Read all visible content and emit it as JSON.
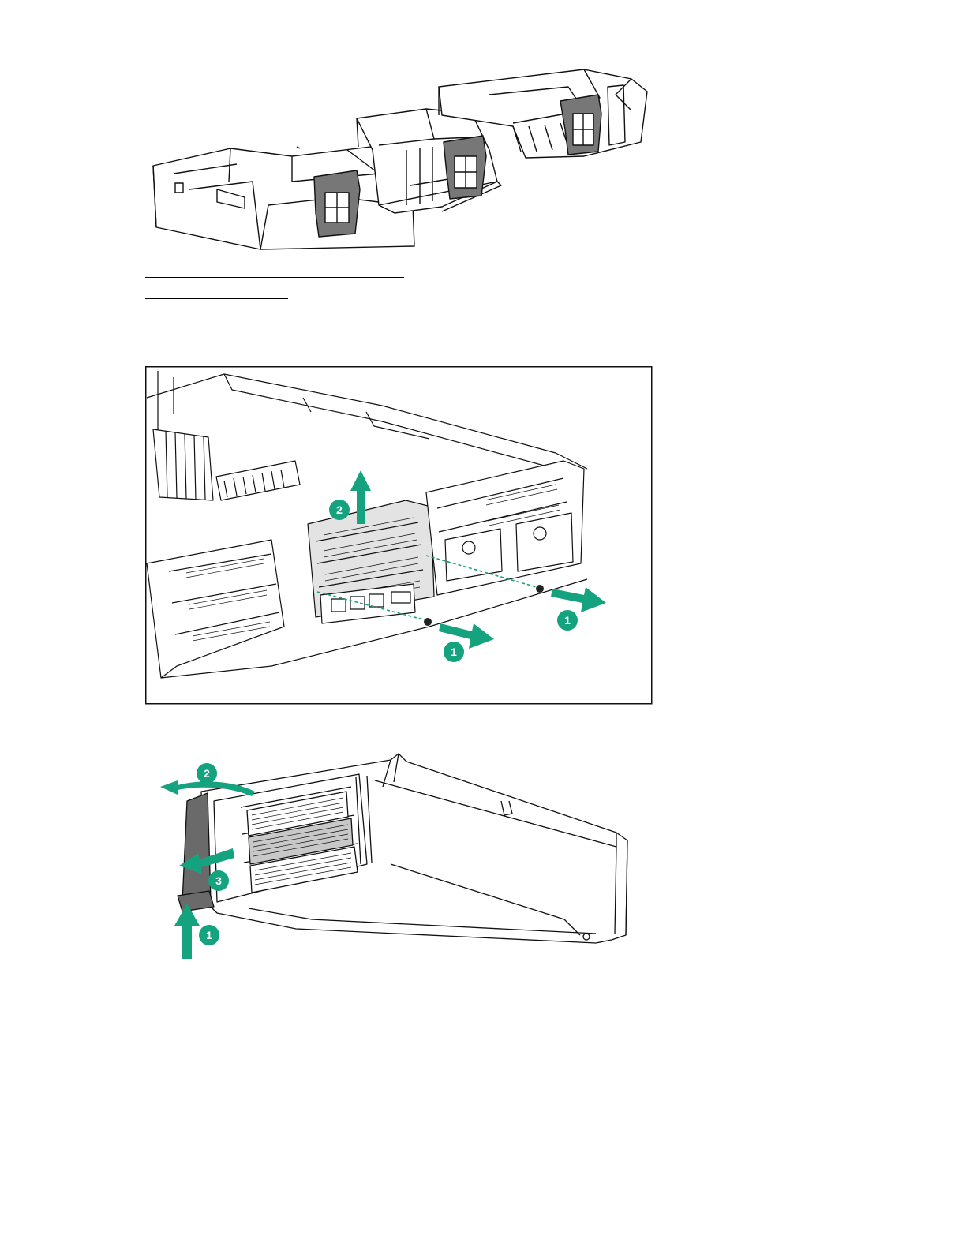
{
  "figures": {
    "air_baffle": {
      "accent": "#000000"
    },
    "riser_removal": {
      "accent": "#15a37f",
      "callouts": {
        "c1a": "1",
        "c1b": "1",
        "c2": "2"
      }
    },
    "card_removal": {
      "accent": "#15a37f",
      "callouts": {
        "c1": "1",
        "c2": "2",
        "c3": "3"
      }
    }
  },
  "separators": [
    "rule-1",
    "rule-2"
  ]
}
